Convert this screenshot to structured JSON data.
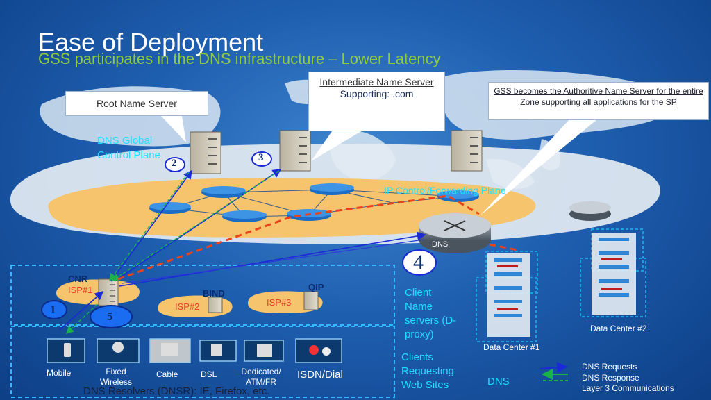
{
  "slide": {
    "title": "Ease of Deployment",
    "subtitle": "GSS participates in the DNS infrastructure – Lower Latency"
  },
  "callouts": {
    "root": "Root Name Server",
    "intermediate_title": "Intermediate Name Server",
    "intermediate_sub": "Supporting: .com",
    "gss": "GSS becomes the Authoritive Name Server for the entire Zone supporting all applications for the SP"
  },
  "labels": {
    "dns_global": "DNS Global Control Plane",
    "ip_control": "IP Control/Forwarding Plane",
    "dns_router": "DNS",
    "cnr": "CNR",
    "isp1": "ISP#1",
    "bind": "BIND",
    "isp2": "ISP#2",
    "qip": "QIP",
    "isp3": "ISP#3",
    "client_ns": "Client Name servers (D-proxy)",
    "clients": "Clients Requesting Web Sites",
    "dc1": "Data Center #1",
    "dc2": "Data Center #2",
    "dns_legend": "DNS",
    "dnsr": "DNS Resolvers (DNSR): IE, Firefox, etc."
  },
  "steps": [
    "1",
    "2",
    "3",
    "4",
    "5"
  ],
  "devices": {
    "mobile": "Mobile",
    "fixed": "Fixed Wireless",
    "cable": "Cable",
    "dsl": "DSL",
    "dedicated": "Dedicated/ ATM/FR",
    "isdn": "ISDN/Dial"
  },
  "legend": {
    "requests": "DNS Requests",
    "response": "DNS Response",
    "layer3": "Layer 3 Communications"
  },
  "colors": {
    "request": "#1a2ad8",
    "response": "#19b34a",
    "layer3": "#e8431c",
    "accent_green": "#8fcc3d",
    "cyan": "#1fe0ff"
  }
}
